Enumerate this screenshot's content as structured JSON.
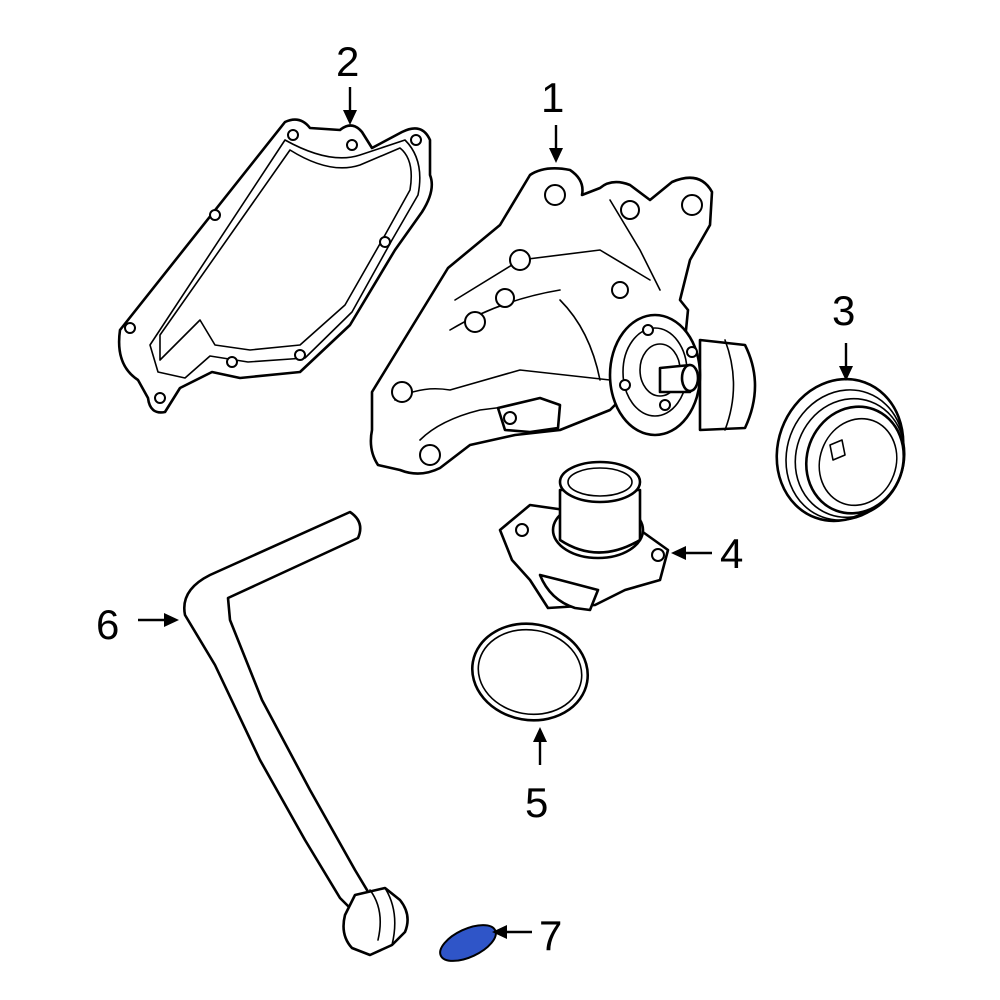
{
  "diagram": {
    "callouts": [
      {
        "id": "1",
        "label": "1"
      },
      {
        "id": "2",
        "label": "2"
      },
      {
        "id": "3",
        "label": "3"
      },
      {
        "id": "4",
        "label": "4"
      },
      {
        "id": "5",
        "label": "5"
      },
      {
        "id": "6",
        "label": "6"
      },
      {
        "id": "7",
        "label": "7"
      }
    ],
    "highlight_color": "#2f55c8",
    "line_color": "#000000",
    "background_color": "#ffffff"
  }
}
